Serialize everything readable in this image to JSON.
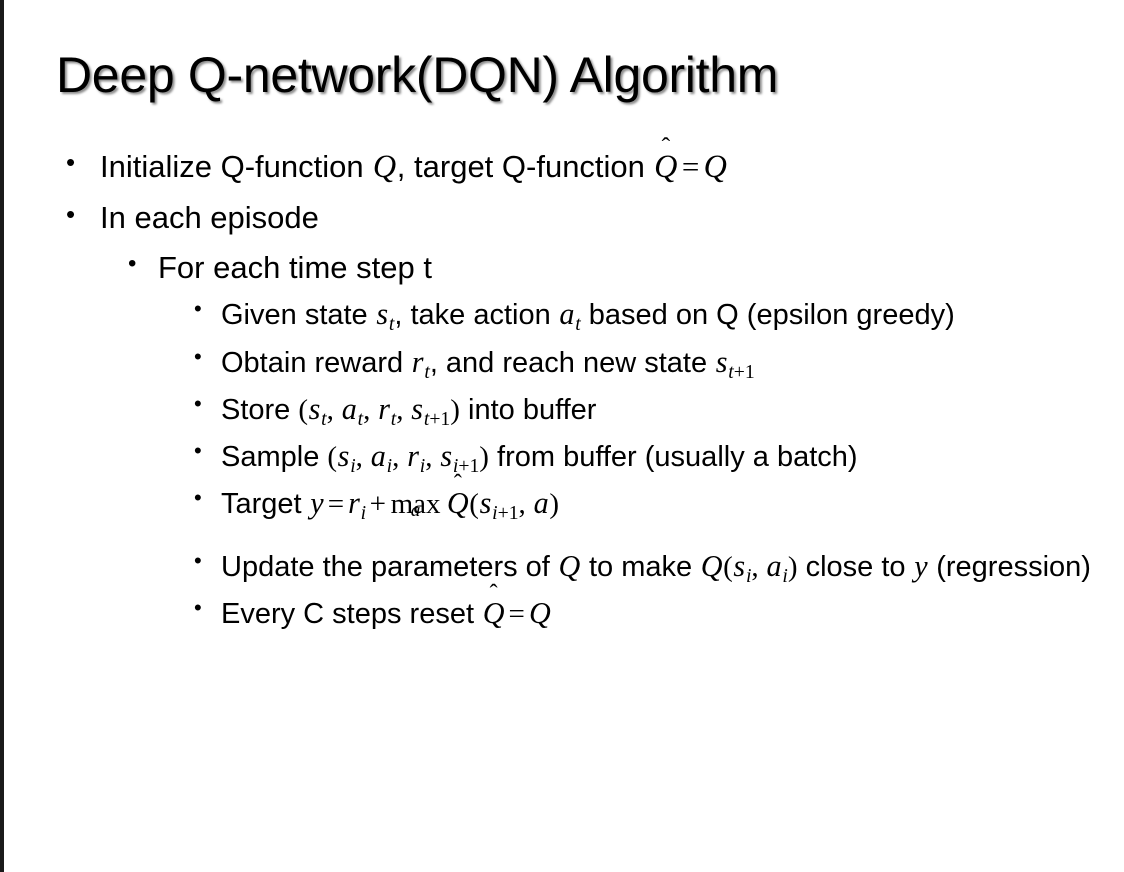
{
  "slide": {
    "title": "Deep Q-network(DQN) Algorithm",
    "background_color": "#ffffff",
    "text_color": "#000000",
    "edge_bar_color": "#1a1a1a",
    "bullet_glyph": "•"
  },
  "content": {
    "l1_initialize": {
      "pre": "Initialize Q-function ",
      "q": "Q",
      "mid": ", target Q-function ",
      "qhat": "Q",
      "hat": "̂",
      "eq": "=",
      "q2": "Q"
    },
    "l1_in_each_episode": "In each episode",
    "l2_for_each_time_step": "For each time step t",
    "l3_given_state": {
      "pre": "Given state ",
      "s": "s",
      "s_sub": "t",
      "mid": ", take action ",
      "a": "a",
      "a_sub": "t",
      "post": " based on Q (epsilon greedy)"
    },
    "l3_obtain_reward": {
      "pre": "Obtain reward ",
      "r": "r",
      "r_sub": "t",
      "mid": ", and reach new state ",
      "s": "s",
      "s_sub_it": "t",
      "s_sub_up": "+1"
    },
    "l3_store": {
      "pre": "Store ",
      "open": "(",
      "s": "s",
      "s_sub": "t",
      "c1": ", ",
      "a": "a",
      "a_sub": "t",
      "c2": ", ",
      "r": "r",
      "r_sub": "t",
      "c3": ", ",
      "s2": "s",
      "s2_sub_it": "t",
      "s2_sub_up": "+1",
      "close": ")",
      "post": " into buffer"
    },
    "l3_sample": {
      "pre": "Sample ",
      "open": "(",
      "s": "s",
      "s_sub": "i",
      "c1": ", ",
      "a": "a",
      "a_sub": "i",
      "c2": ", ",
      "r": "r",
      "r_sub": "i",
      "c3": ", ",
      "s2": "s",
      "s2_sub_it": "i",
      "s2_sub_up": "+1",
      "close": ")",
      "post": " from buffer (usually a batch)"
    },
    "l3_target": {
      "pre": "Target ",
      "y": "y",
      "eq": "=",
      "r": "r",
      "r_sub": "i",
      "plus": "+",
      "max": "max",
      "max_limit": "a",
      "qhat": "Q",
      "hat": "̂",
      "open": "(",
      "s": "s",
      "s_sub_it": "i",
      "s_sub_up": "+1",
      "comma": ", ",
      "a": "a",
      "close": ")"
    },
    "l3_update": {
      "pre": "Update the parameters of ",
      "q1": "Q",
      "mid": " to make ",
      "q2": "Q",
      "open": "(",
      "s": "s",
      "s_sub": "i",
      "comma": ", ",
      "a": "a",
      "a_sub": "i",
      "close": ")",
      "post": " close to ",
      "y": "y",
      "tail": " (regression)"
    },
    "l3_every_c": {
      "pre": "Every C steps reset ",
      "qhat": "Q",
      "hat": "̂",
      "eq": "=",
      "q": "Q"
    }
  }
}
